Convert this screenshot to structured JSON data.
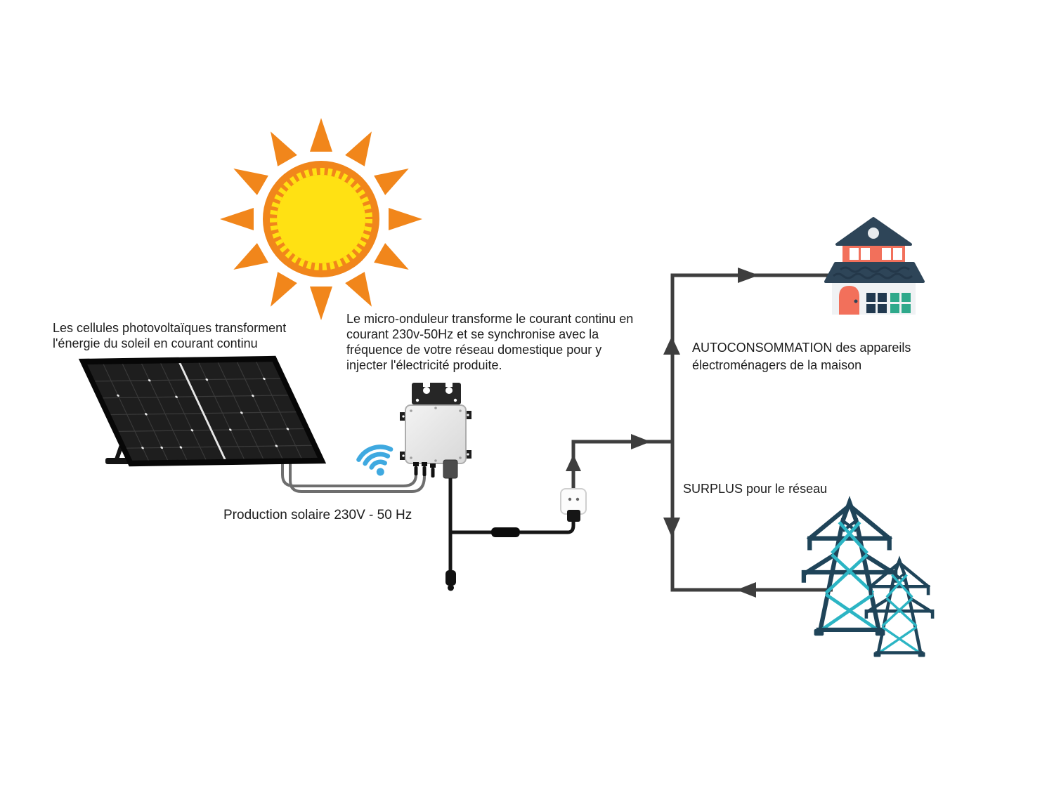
{
  "captions": {
    "panel": "Les cellules photovoltaïques transforment\nl'énergie du soleil en courant continu",
    "inverter": "Le micro-onduleur transforme le courant continu en\ncourant 230v-50Hz et se synchronise avec la\nfréquence de votre réseau domestique pour y\ninjecter l'électricité produite.",
    "production": "Production solaire 230V - 50 Hz",
    "autoconsommation": "AUTOCONSOMMATION des appareils\nélectroménagers de la maison",
    "surplus": "SURPLUS pour le réseau"
  },
  "icons": {
    "sun": "sun-icon (orange rays, yellow serrated core)",
    "solar_panel": "solar-panel-icon (dark tilted PV module)",
    "wifi": "wifi-icon (blue arcs and dot)",
    "micro_inverter": "micro-inverter-icon (grey box with black mounting bracket)",
    "outlet": "power-outlet-icon (wall socket with plug)",
    "house": "house-icon (two-storey house)",
    "pylons": "pylon-icon (two electricity transmission towers)"
  },
  "colors": {
    "sun-orange": "#F1861B",
    "sun-yellow": "#FFE113",
    "wifi-blue": "#3FA9E0",
    "house-slate": "#2E4558",
    "house-coral": "#F2705B",
    "house-navy": "#21394F",
    "house-teal": "#2EA98B",
    "pylon-dark": "#1F4459",
    "pylon-teal": "#2CB5C4",
    "flow-line": "#3E3E3E",
    "cable-gray": "#6E6E6E",
    "text-dark": "#1C1C1C"
  }
}
